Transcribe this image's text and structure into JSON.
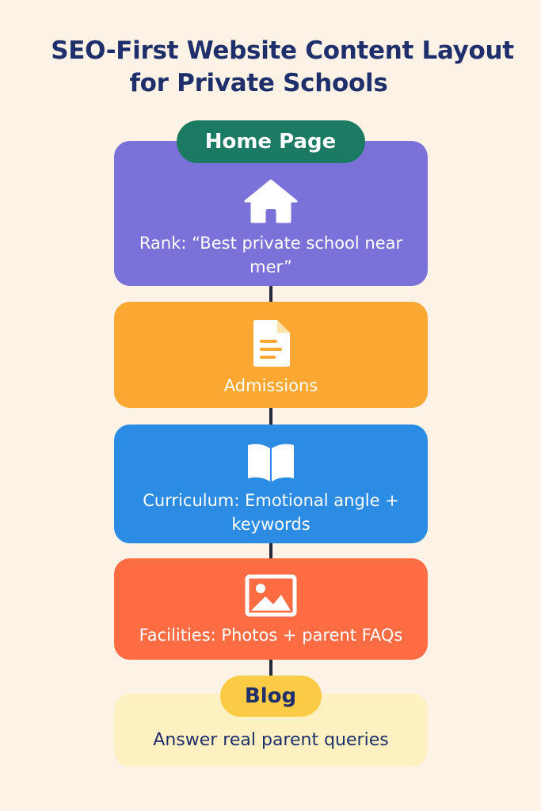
{
  "title": {
    "line1": "SEO-First Website Content Layout",
    "line2": "for Private Schools"
  },
  "sections": {
    "home": {
      "badge": "Home Page",
      "label": "Rank: “Best private school near mer”",
      "icon": "home-icon",
      "color": "#7a72d9",
      "badge_color": "#1a7a62"
    },
    "admissions": {
      "label": "Admissions",
      "icon": "document-icon",
      "color": "#fba833"
    },
    "curriculum": {
      "label": "Curriculum: Emotional angle + keywords",
      "icon": "open-book-icon",
      "color": "#2c8be2"
    },
    "facilities": {
      "label": "Facilities: Photos + parent FAQs",
      "icon": "image-icon",
      "color": "#fd6c43"
    },
    "blog": {
      "badge": "Blog",
      "label": "Answer real parent queries",
      "color": "#fdf1c2",
      "badge_color": "#fccb45"
    }
  }
}
